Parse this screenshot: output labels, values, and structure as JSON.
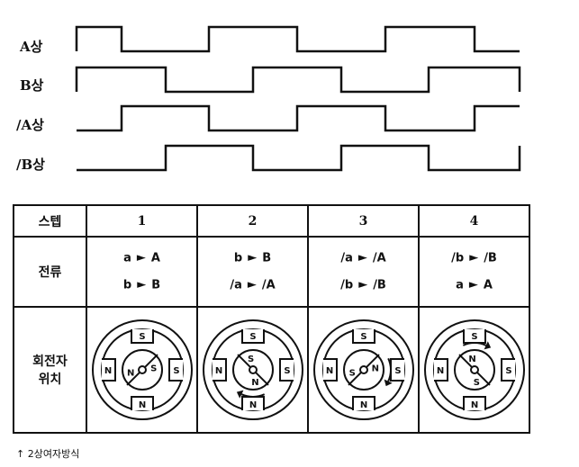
{
  "phases": [
    {
      "label": "A상",
      "start_high": true
    },
    {
      "label": "B상",
      "start_high": true
    },
    {
      "label": "/A상",
      "start_high": false
    },
    {
      "label": "/B상",
      "start_high": false
    }
  ],
  "table": {
    "headers": [
      "스텝",
      "1",
      "2",
      "3",
      "4"
    ],
    "current_label": "전류",
    "position_label_line1": "회전자",
    "position_label_line2": "위치",
    "steps": [
      {
        "current": [
          {
            "from": "a",
            "to": "A"
          },
          {
            "from": "b",
            "to": "B"
          }
        ],
        "rotor_angle": 135
      },
      {
        "current": [
          {
            "from": "b",
            "to": "B"
          },
          {
            "from": "/a",
            "to": "/A"
          }
        ],
        "rotor_angle": 45
      },
      {
        "current": [
          {
            "from": "/a",
            "to": "/A"
          },
          {
            "from": "/b",
            "to": "/B"
          }
        ],
        "rotor_angle": -45
      },
      {
        "current": [
          {
            "from": "/b",
            "to": "/B"
          },
          {
            "from": "a",
            "to": "A"
          }
        ],
        "rotor_angle": -135
      }
    ]
  },
  "caption": "↑ 2상여자방식"
}
